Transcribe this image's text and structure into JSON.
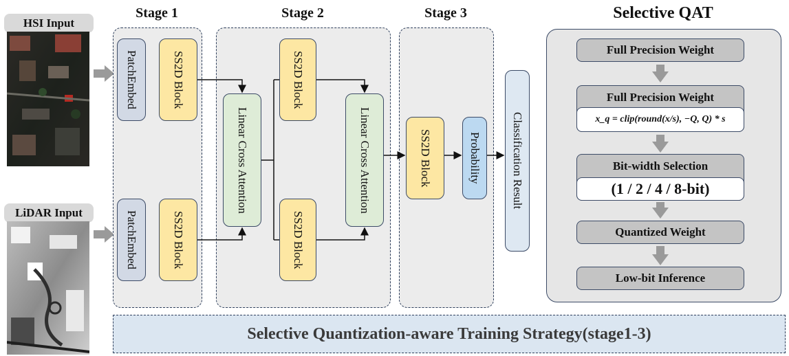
{
  "inputs": {
    "hsi_label": "HSI Input",
    "lidar_label": "LiDAR Input"
  },
  "stages": {
    "stage1_title": "Stage 1",
    "stage2_title": "Stage 2",
    "stage3_title": "Stage 3"
  },
  "blocks": {
    "patch_embed": "PatchEmbed",
    "ss2d_block": "SS2D Block",
    "linear_cross_attention": "Linear Cross Attention",
    "probability": "Probability",
    "classification_result": "Classification Result"
  },
  "qat": {
    "title": "Selective QAT",
    "step1": "Full Precision Weight",
    "step2": "Full Precision Weight",
    "formula": "x_q = clip(round(x/s), −Q, Q) * s",
    "step3": "Bit-width Selection",
    "bit_options": "(1 / 2 / 4 / 8-bit)",
    "step4": "Quantized Weight",
    "step5": "Low-bit Inference"
  },
  "banner": "Selective Quantization-aware Training Strategy(stage1-3)",
  "colors": {
    "patch_embed": "#d2d9e5",
    "ss2d": "#fde7a3",
    "linear_cross_attention": "#deecd7",
    "probability": "#bcd9f1",
    "classification": "#dee8f2",
    "stage_bg": "#ececec",
    "qat_step": "#c4c4c4",
    "banner_bg": "#dbe6f1"
  }
}
